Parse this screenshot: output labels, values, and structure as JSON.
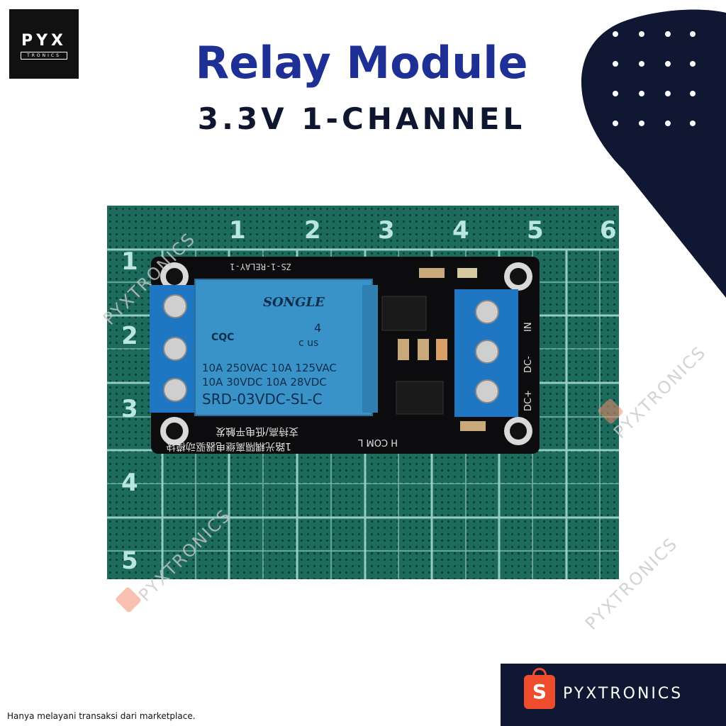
{
  "logo": {
    "text": "PYX",
    "sub": "TRONICS"
  },
  "header": {
    "title": "Relay Module",
    "subtitle": "3.3V 1-CHANNEL"
  },
  "photo": {
    "ruler_numbers_top": [
      "1",
      "2",
      "3",
      "4",
      "5",
      "6"
    ],
    "ruler_numbers_left": [
      "1",
      "2",
      "3",
      "4",
      "5"
    ],
    "relay_brand": "SONGLE",
    "relay_spec_1": "10A 250VAC  10A 125VAC",
    "relay_spec_2": "10A  30VDC  10A  28VDC",
    "relay_model": "SRD-03VDC-SL-C",
    "relay_cert_cqc": "CQC",
    "relay_cert_ul": "c us",
    "relay_ul_num": "4",
    "board_label_top": "ZS-1-RELAY-1",
    "board_label_bottom_cn": "1路光耦隔离继电器驱动模块",
    "board_label_bottom_cn2": "支持高/低电平触发",
    "board_label_com": "H COM L",
    "pin_labels": [
      "DC+",
      "DC-",
      "IN"
    ]
  },
  "watermarks": [
    "PYXTRONICS",
    "PYXTRONICS",
    "PYXTRONICS",
    "PYXTRONICS"
  ],
  "footer": {
    "note": "Hanya melayani transaksi dari marketplace.",
    "brand": "PYXTRONICS",
    "bag_letter": "S"
  },
  "colors": {
    "title_blue": "#1e2f96",
    "navy": "#0f1733",
    "mat_green": "#1d6b5c",
    "relay_blue": "#3a93c8",
    "terminal_blue": "#1f76c2",
    "shopee_orange": "#ee4d2d"
  }
}
